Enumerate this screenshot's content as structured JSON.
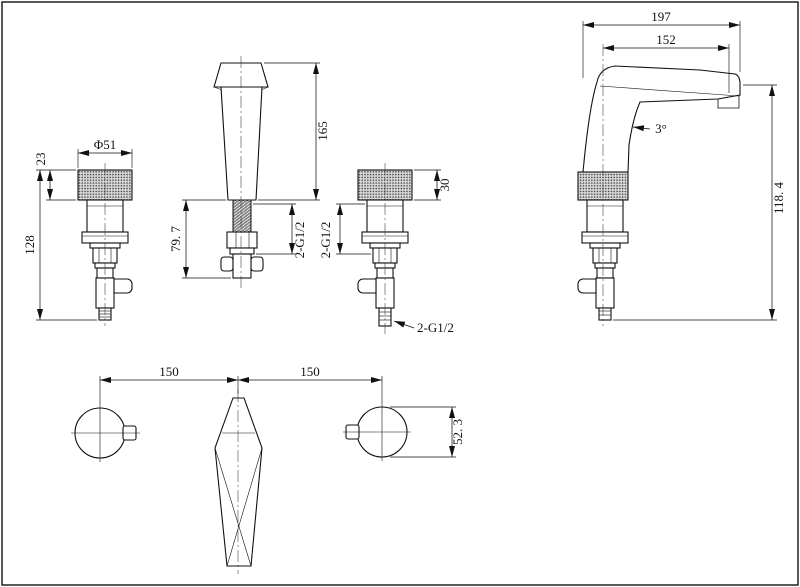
{
  "drawing": {
    "labels": {
      "front_left_handle": {
        "diameter": "Φ51",
        "cap_height": "23",
        "total_height": "128"
      },
      "front_spout": {
        "height": "165",
        "under_height": "79. 7",
        "thread": "2-G1/2"
      },
      "front_right_handle": {
        "cap_height": "30",
        "thread_side": "2-G1/2",
        "thread_bottom": "2-G1/2"
      },
      "side_spout": {
        "total_reach": "197",
        "outlet_reach": "152",
        "angle": "3°",
        "height": "118. 4"
      },
      "plan": {
        "left_spacing": "150",
        "right_spacing": "150",
        "base_diameter": "52. 3"
      }
    }
  }
}
